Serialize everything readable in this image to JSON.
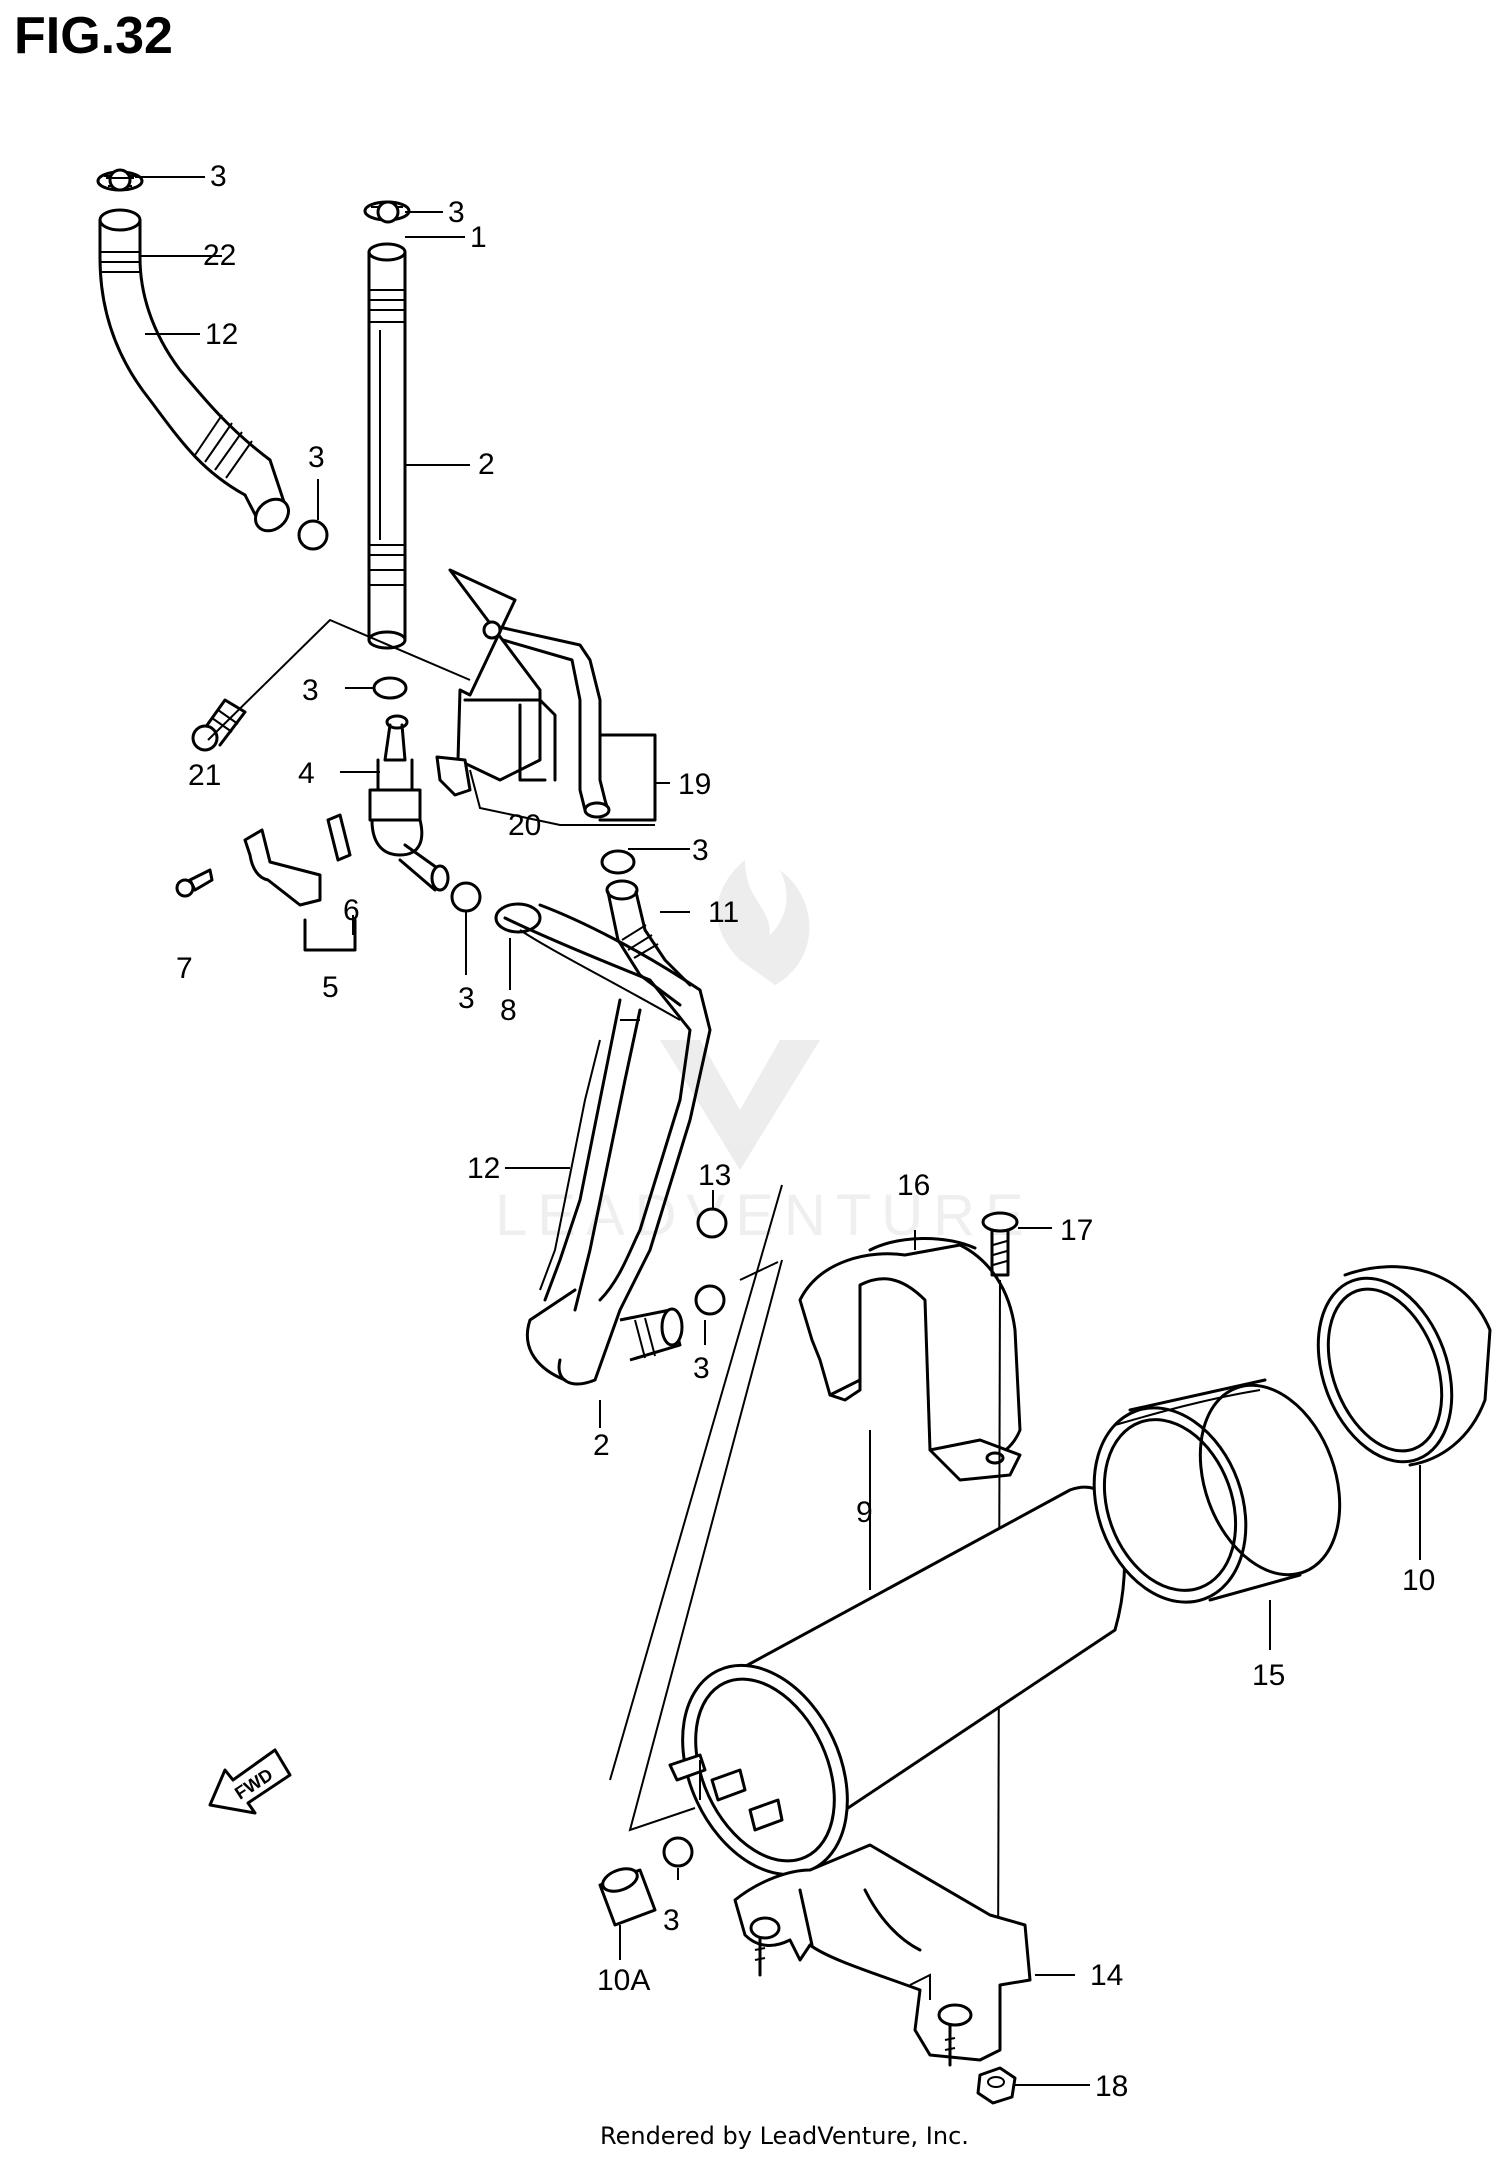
{
  "figure": {
    "title": "FIG.32"
  },
  "footer": {
    "text": "Rendered by LeadVenture, Inc."
  },
  "watermark": {
    "text": "LEADVENTURE"
  },
  "fwd_badge": {
    "text": "FWD"
  },
  "callouts": {
    "c3a": "3",
    "c22": "22",
    "c12a": "12",
    "c3b": "3",
    "c1": "1",
    "c2a": "2",
    "c3c": "3",
    "c3d": "3",
    "c4": "4",
    "c21": "21",
    "c19": "19",
    "c20": "20",
    "c6": "6",
    "c7": "7",
    "c5": "5",
    "c3e": "3",
    "c8": "8",
    "c3f": "3",
    "c11": "11",
    "c12b": "12",
    "c13": "13",
    "c3g": "3",
    "c2b": "2",
    "c16": "16",
    "c17": "17",
    "c9": "9",
    "c15": "15",
    "c10": "10",
    "c3h": "3",
    "c10a": "10A",
    "c14": "14",
    "c18": "18"
  }
}
